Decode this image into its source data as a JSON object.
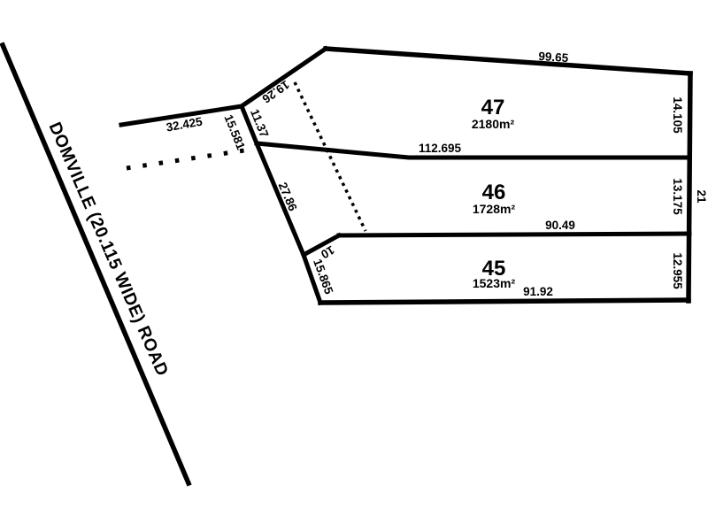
{
  "plan": {
    "type": "land-survey-subdivision-plan",
    "background_color": "#ffffff",
    "line_color": "#000000"
  },
  "road": {
    "name": "DOMVILLE (20.115 WIDE) ROAD"
  },
  "lots": [
    {
      "number": "47",
      "area": "2180m²"
    },
    {
      "number": "46",
      "area": "1728m²"
    },
    {
      "number": "45",
      "area": "1523m²"
    }
  ],
  "dimensions": {
    "lot47_north": "99.65",
    "lot47_east": "14.105",
    "lot47_west": "19.26",
    "lot46_47_boundary": "112.695",
    "lot46_east": "13.175",
    "lot46_west": "27.86",
    "lot45_46_boundary": "90.49",
    "lot45_east": "12.955",
    "lot45_south": "91.92",
    "lot45_west": "15.865",
    "lot45_northwest": "10",
    "east_total": "21",
    "northwest_boundary": "32.425",
    "road_frontage_left": "15.581",
    "road_frontage_right": "11.37"
  }
}
